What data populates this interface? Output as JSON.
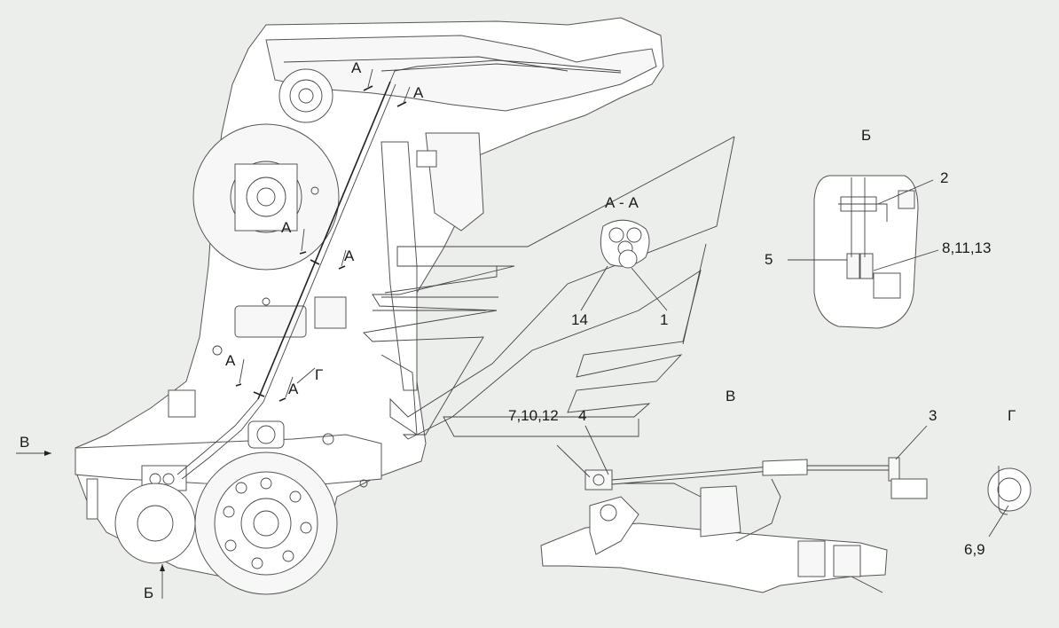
{
  "labels": {
    "section_a_1": "А",
    "section_a_2": "А",
    "section_a_3": "А",
    "section_a_4": "А",
    "section_a_5": "А",
    "section_a_6": "А",
    "view_g_arrow": "Г",
    "view_v_arrow": "В",
    "view_b_arrow": "Б",
    "section_aa_title": "А - А",
    "callout_14": "14",
    "callout_1": "1",
    "view_b_title": "Б",
    "callout_2": "2",
    "callout_5": "5",
    "callout_8_11_13": "8,11,13",
    "view_v_title": "В",
    "callout_7_10_12": "7,10,12",
    "callout_4": "4",
    "callout_3": "3",
    "view_g_title": "Г",
    "callout_6_9": "6,9"
  },
  "colors": {
    "background": "#ebeeeb",
    "line": "#222222",
    "part_fill": "#ffffff"
  }
}
